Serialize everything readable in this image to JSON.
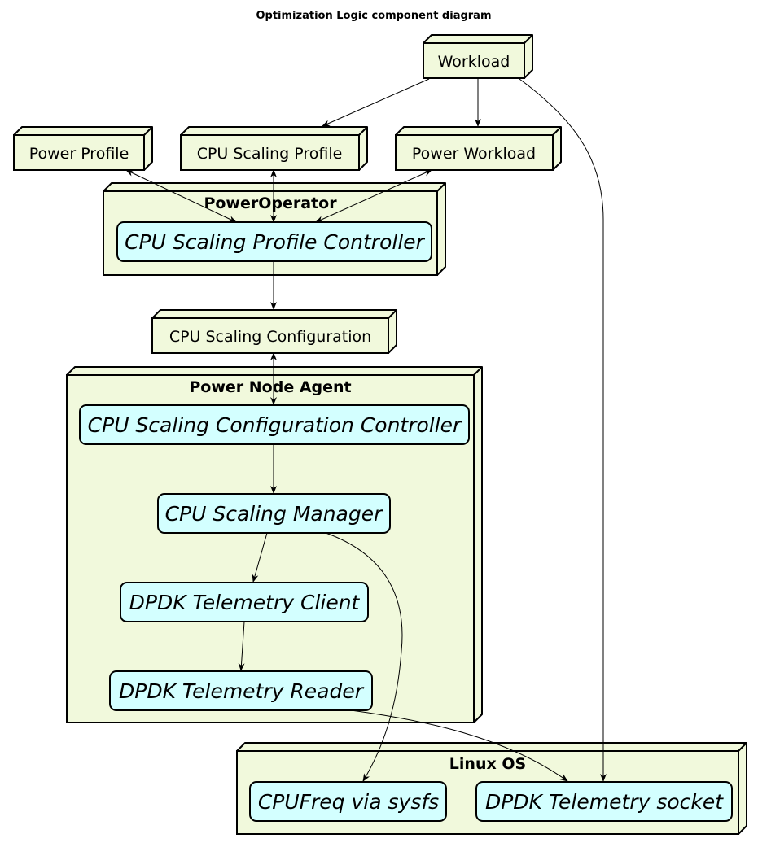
{
  "diagram": {
    "title": "Optimization Logic component diagram",
    "nodes": {
      "workload": "Workload",
      "power_profile": "Power Profile",
      "cpu_scaling_profile": "CPU Scaling Profile",
      "power_workload": "Power Workload",
      "cpu_scaling_configuration": "CPU Scaling Configuration"
    },
    "groups": {
      "power_operator": {
        "label": "PowerOperator",
        "components": {
          "cpu_scaling_profile_controller": "CPU Scaling Profile Controller"
        }
      },
      "power_node_agent": {
        "label": "Power Node Agent",
        "components": {
          "cpu_scaling_configuration_controller": "CPU Scaling Configuration Controller",
          "cpu_scaling_manager": "CPU Scaling Manager",
          "dpdk_telemetry_client": "DPDK Telemetry Client",
          "dpdk_telemetry_reader": "DPDK Telemetry Reader"
        }
      },
      "linux_os": {
        "label": "Linux OS",
        "components": {
          "cpufreq_via_sysfs": "CPUFreq via sysfs",
          "dpdk_telemetry_socket": "DPDK Telemetry socket"
        }
      }
    },
    "colors": {
      "node_fill": "#F1F9DC",
      "component_fill": "#D3FFFF",
      "line": "#000000"
    }
  }
}
